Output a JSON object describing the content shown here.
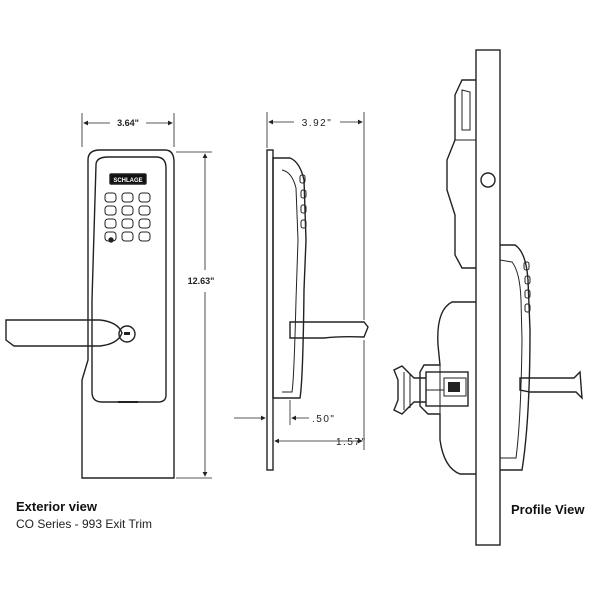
{
  "brand": {
    "logo_text": "SCHLAGE"
  },
  "exterior": {
    "title": "Exterior view",
    "subtitle": "CO Series - 993 Exit Trim",
    "dim_width": "3.64\"",
    "dim_height": "12.63\""
  },
  "side": {
    "dim_depth": "3.92\"",
    "dim_plate": ".50\"",
    "dim_lever": "1.57\""
  },
  "profile": {
    "title": "Profile View"
  },
  "colors": {
    "line": "#222222",
    "background": "#ffffff"
  }
}
